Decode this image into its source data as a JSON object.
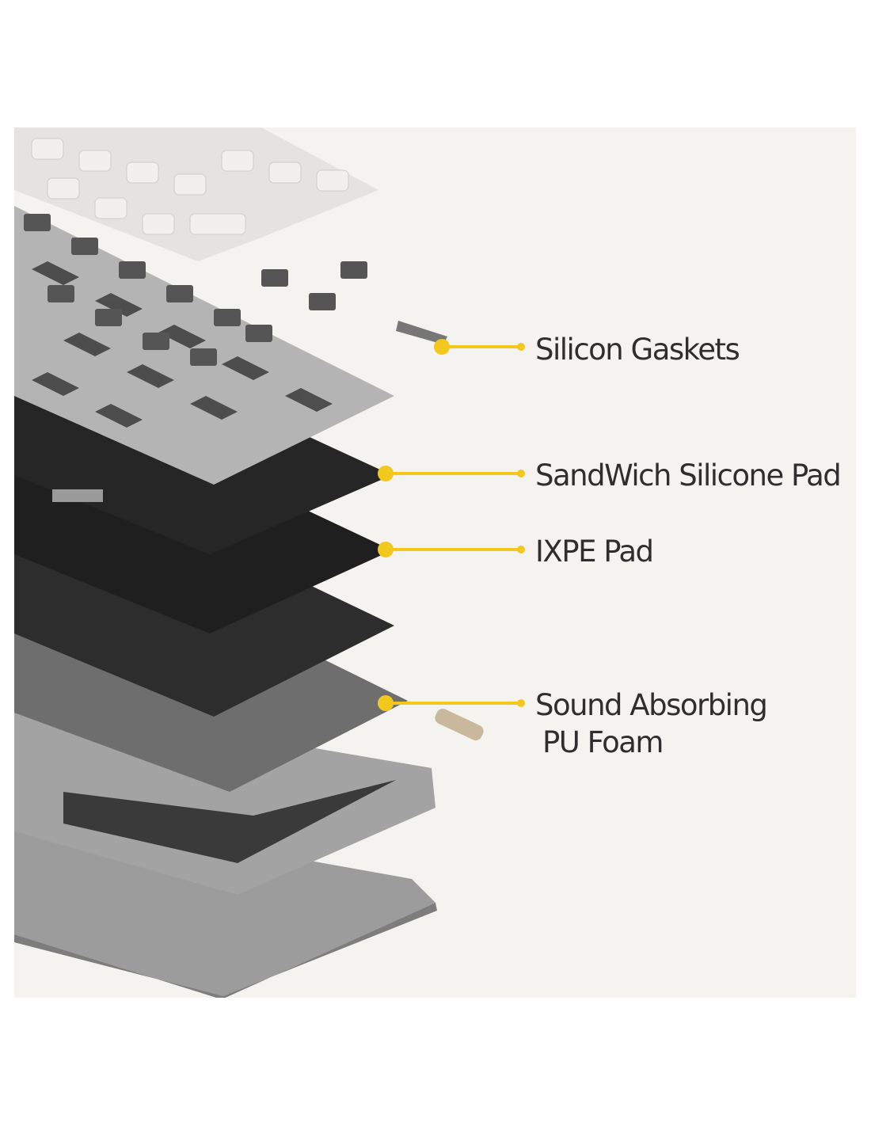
{
  "colors": {
    "background": "#f5f3f0",
    "accent": "#f2c81e",
    "text": "#2e2e2e"
  },
  "callouts": [
    {
      "label": "Silicon Gaskets"
    },
    {
      "label": "SandWich Silicone Pad"
    },
    {
      "label": "IXPE Pad"
    },
    {
      "label": "Sound Absorbing",
      "label_line2": "PU Foam"
    }
  ]
}
